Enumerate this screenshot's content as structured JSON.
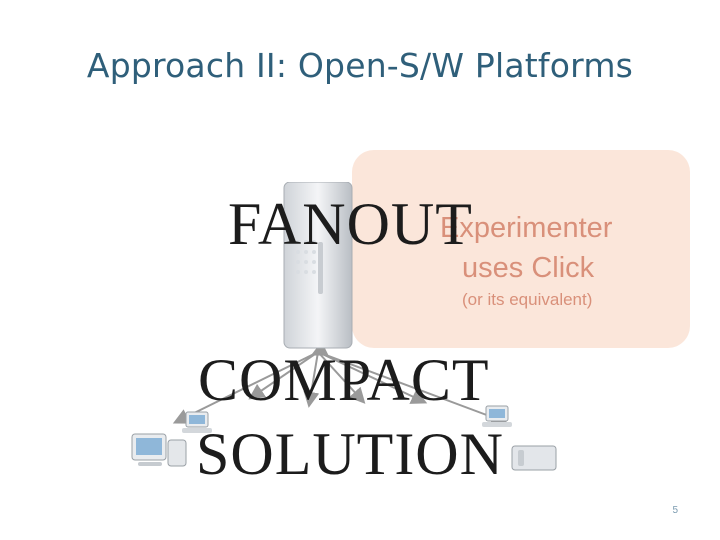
{
  "slide": {
    "title": "Approach II: Open-S/W Platforms",
    "callout": {
      "line1": "Experimenter",
      "line2": "uses Click",
      "line3": "(or its equivalent)"
    },
    "overlay": {
      "fanout": "FANOUT",
      "compact": "COMPACT",
      "solution": "SOLUTION"
    },
    "page_number": "5"
  },
  "icons": {
    "server": "server-tower-icon",
    "desktop_left": "desktop-computer-icon",
    "desktop_right": "desktop-computer-icon",
    "laptop_left": "laptop-icon",
    "laptop_right": "laptop-icon"
  },
  "colors": {
    "title": "#2f5f7a",
    "callout_bg": "#fbe6da",
    "callout_text": "#d9907a",
    "overlay_text": "#1c1c1c",
    "arrow": "#9a9a9a"
  }
}
